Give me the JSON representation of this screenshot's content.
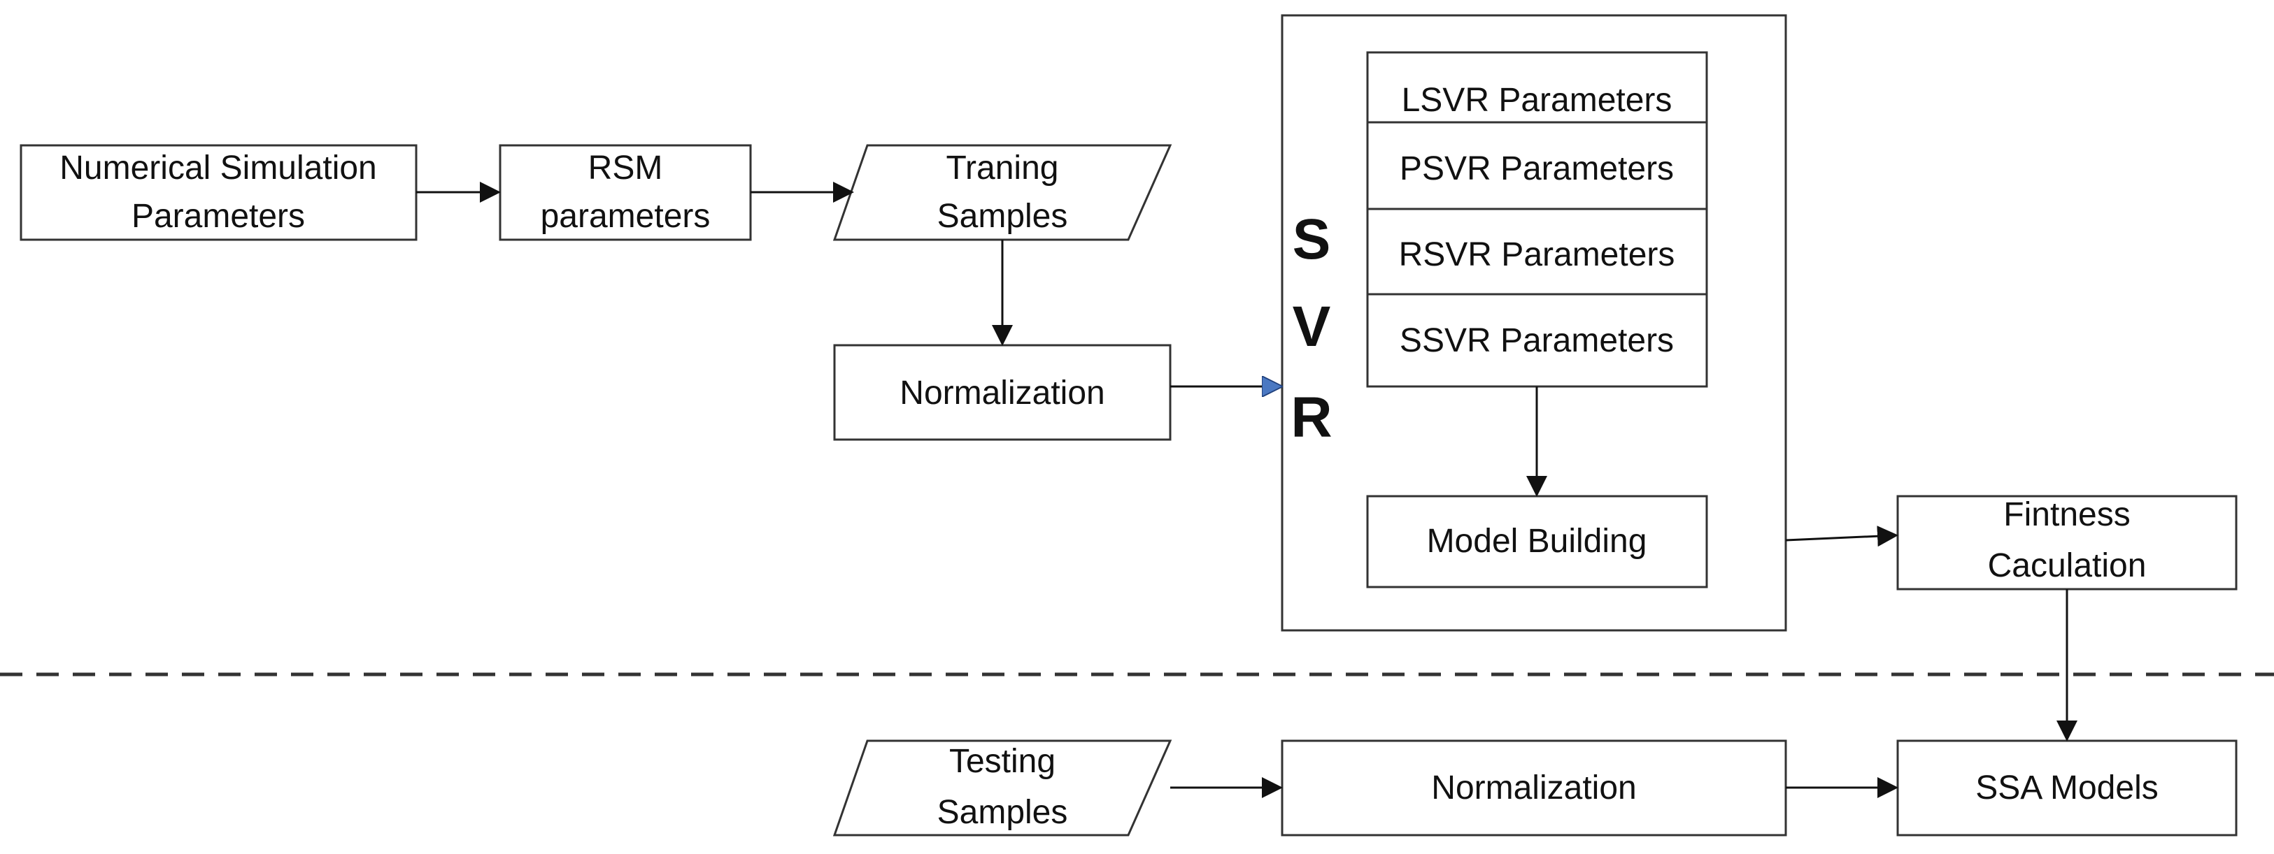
{
  "nodes": {
    "numerical": {
      "line1": "Numerical Simulation",
      "line2": "Parameters"
    },
    "rsm": {
      "line1": "RSM",
      "line2": "parameters"
    },
    "training": {
      "line1": "Traning",
      "line2": "Samples"
    },
    "normalization_top": {
      "label": "Normalization"
    },
    "svr": {
      "letters": [
        "S",
        "V",
        "R"
      ]
    },
    "lsvr": {
      "label": "LSVR Parameters"
    },
    "psvr": {
      "label": "PSVR Parameters"
    },
    "rsvr": {
      "label": "RSVR Parameters"
    },
    "ssvr": {
      "label": "SSVR Parameters"
    },
    "model_building": {
      "label": "Model Building"
    },
    "fitness": {
      "line1": "Fintness",
      "line2": "Caculation"
    },
    "testing": {
      "line1": "Testing",
      "line2": "Samples"
    },
    "normalization_bottom": {
      "label": "Normalization"
    },
    "ssa": {
      "label": "SSA Models"
    }
  },
  "colors": {
    "stroke": "#333333",
    "arrow": "#111111",
    "accent_arrow": "#4a78c2"
  }
}
